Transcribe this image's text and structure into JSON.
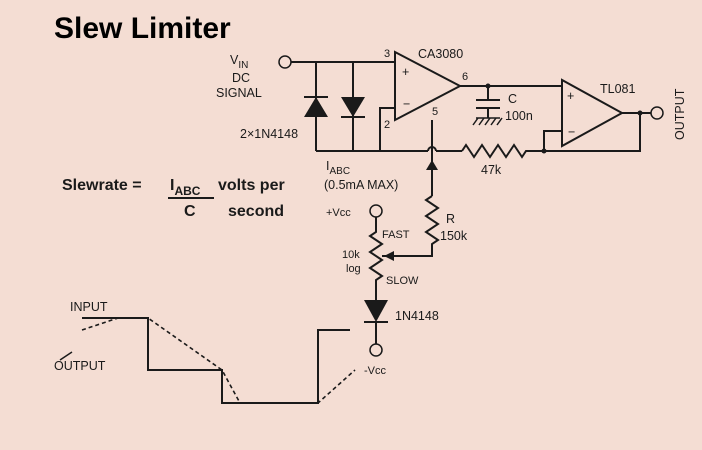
{
  "title": "Slew Limiter",
  "input": {
    "v": "V",
    "sub": "IN",
    "line2": "DC",
    "line3": "SIGNAL"
  },
  "diodes_label": "2×1N4148",
  "ota": {
    "name": "CA3080",
    "pin3": "3",
    "pin2": "2",
    "pin5": "5",
    "pin6": "6"
  },
  "capacitor": {
    "name": "C",
    "value": "100n"
  },
  "opamp": {
    "name": "TL081"
  },
  "output_label": "OUTPUT",
  "resistor_fb": "47k",
  "iabc": {
    "i": "I",
    "sub": "ABC",
    "line2": "(0.5mA MAX)"
  },
  "resistor_r": {
    "name": "R",
    "value": "150k"
  },
  "pot": {
    "value": "10k",
    "taper": "log",
    "fast": "FAST",
    "slow": "SLOW"
  },
  "vcc_pos": "+Vcc",
  "vcc_neg": "-Vcc",
  "diode_bottom": "1N4148",
  "formula": {
    "lhs": "Slewrate =",
    "num_i": "I",
    "num_sub": "ABC",
    "den": "C",
    "rhs1": "volts per",
    "rhs2": "second"
  },
  "waveform": {
    "input_label": "INPUT",
    "output_label": "OUTPUT"
  }
}
